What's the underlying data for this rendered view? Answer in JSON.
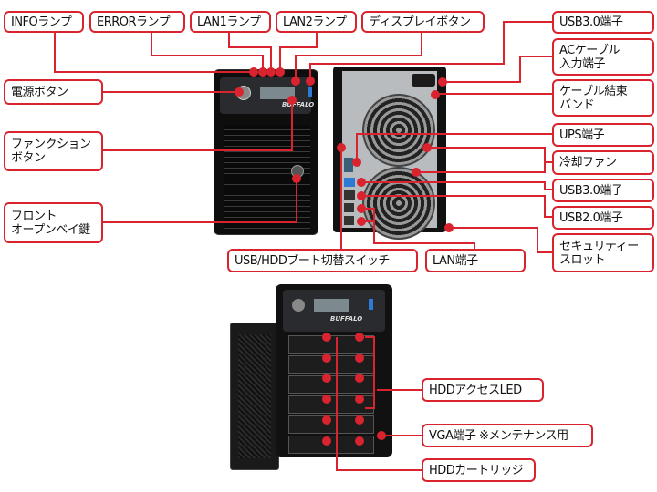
{
  "title": "TeraStation 各部の名称",
  "brand_text": "BUFFALO",
  "colors": {
    "accent": "#d9232e",
    "label_text": "#111111"
  },
  "labels": {
    "info_lamp": "INFOランプ",
    "error_lamp": "ERRORランプ",
    "lan1_lamp": "LAN1ランプ",
    "lan2_lamp": "LAN2ランプ",
    "display_button": "ディスプレイボタン",
    "usb30_front": "USB3.0端子",
    "ac_input": "ACケーブル\n入力端子",
    "cable_band": "ケーブル結束\nバンド",
    "power_button": "電源ボタン",
    "function_button": "ファンクション\nボタン",
    "front_key": "フロント\nオープンベイ鍵",
    "ups_port": "UPS端子",
    "cooling_fan": "冷却ファン",
    "usb30_rear": "USB3.0端子",
    "usb20_rear": "USB2.0端子",
    "security_slot": "セキュリティー\nスロット",
    "boot_switch": "USB/HDDブート切替スイッチ",
    "lan_port": "LAN端子",
    "hdd_access_led": "HDDアクセスLED",
    "vga_port": "VGA端子 ※メンテナンス用",
    "hdd_cartridge": "HDDカートリッジ"
  }
}
